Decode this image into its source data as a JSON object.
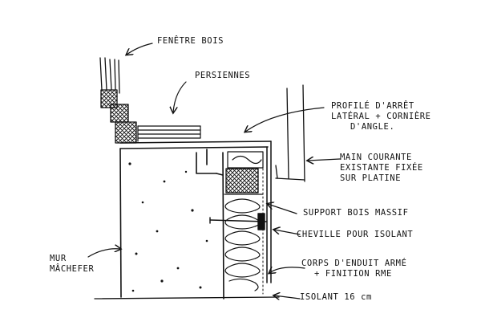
{
  "labels": {
    "fenetre_bois": [
      "FENÊTRE BOIS"
    ],
    "persiennes": [
      "PERSIENNES"
    ],
    "profile": [
      "PROFILÉ D'ARRÊT",
      "LATÉRAL + CORNIÈRE",
      "D'ANGLE."
    ],
    "main_courante": [
      "MAIN COURANTE",
      "EXISTANTE FIXÉE",
      "SUR PLATINE"
    ],
    "support_bois": [
      "SUPPORT BOIS MASSIF"
    ],
    "cheville": [
      "CHEVILLE POUR ISOLANT"
    ],
    "corps_enduit": [
      "CORPS D'ENDUIT ARMÉ",
      "+ FINITION RME"
    ],
    "isolant": [
      "ISOLANT 16 cm"
    ],
    "mur": [
      "MUR",
      "MÂCHEFER"
    ]
  },
  "icons": {
    "leader_arrow": "hand-drawn-arrow-icon",
    "wood_block": "cross-hatched-wood-block-icon",
    "insulation": "wavy-insulation-icon"
  }
}
